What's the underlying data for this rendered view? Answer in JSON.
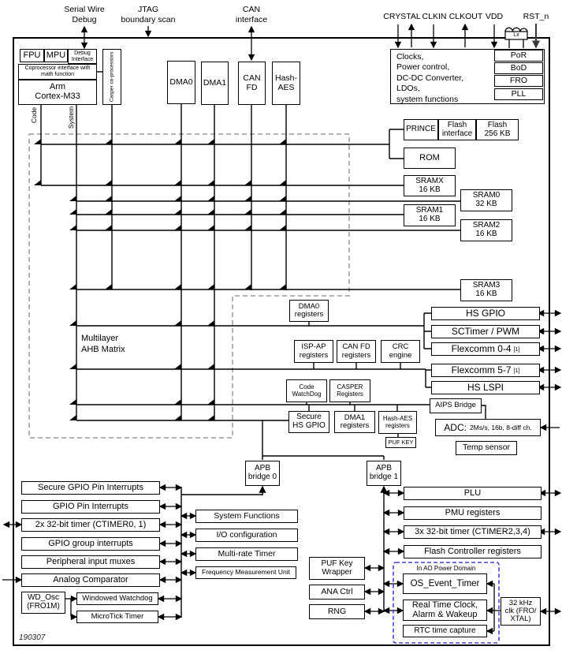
{
  "colors": {
    "line": "#000000",
    "matrix_dashed": "#9a9a9a",
    "ao_dashed": "#4444cc",
    "rstn_line": "#3a3a3a",
    "background": "#ffffff"
  },
  "pins": {
    "swd": "Serial Wire\nDebug",
    "jtag": "JTAG\nboundary scan",
    "can": "CAN\ninterface",
    "crystal": "CRYSTAL",
    "clkin": "CLKIN",
    "clkout": "CLKOUT",
    "vdd": "VDD",
    "rstn": "RST_n",
    "lx": "Lx"
  },
  "cpu": {
    "fpu": "FPU",
    "mpu": "MPU",
    "debug_interface": "Debug\nInterface",
    "coprocessor": "Coprocessor interface with\nmath function",
    "core": "Arm\nCortex-M33",
    "casper": "Casper co-processors",
    "bus_code": "Code",
    "bus_system": "System"
  },
  "masters": {
    "dma0": "DMA0",
    "dma1": "DMA1",
    "canfd": "CAN\nFD",
    "hash_aes": "Hash-\nAES"
  },
  "clocks_block": {
    "text": "Clocks,\nPower control,\nDC-DC Converter,\nLDOs,\nsystem functions",
    "por": "PoR",
    "bod": "BoD",
    "fro": "FRO",
    "pll": "PLL"
  },
  "memory": {
    "prince": "PRINCE",
    "flash_interface": "Flash\ninterface",
    "flash": "Flash\n256 KB",
    "rom": "ROM",
    "sramx": "SRAMX\n16 KB",
    "sram0": "SRAM0\n32 KB",
    "sram1": "SRAM1\n16 KB",
    "sram2": "SRAM2\n16 KB",
    "sram3": "SRAM3\n16 KB"
  },
  "matrix_label": "Multilayer\nAHB Matrix",
  "peripherals_right": {
    "hs_gpio": "HS GPIO",
    "sctimer": "SCTimer / PWM",
    "flexcomm04": "Flexcomm 0-4",
    "flexcomm57": "Flexcomm 5-7",
    "footnote": "[1]",
    "hs_lspi": "HS LSPI",
    "aips": "AIPS Bridge",
    "adc_title": "ADC:",
    "adc_spec": "2Ms/s, 16b, 8-diff ch.",
    "temp_sensor": "Temp sensor"
  },
  "registers": {
    "dma0_regs": "DMA0\nregisters",
    "isp_ap": "ISP-AP\nregisters",
    "canfd_regs": "CAN FD\nregisters",
    "crc": "CRC\nengine",
    "code_watchdog": "Code\nWatchDog",
    "casper_regs": "CASPER\nRegisters",
    "secure_hs_gpio": "Secure\nHS GPIO",
    "dma1_regs": "DMA1\nregisters",
    "hash_regs": "Hash-AES\nregisters",
    "puf_key": "PUF KEY"
  },
  "bridges": {
    "apb0": "APB\nbridge 0",
    "apb1": "APB\nbridge 1"
  },
  "left_column": {
    "secure_gpio_int": "Secure GPIO Pin Interrupts",
    "gpio_int": "GPIO Pin Interrupts",
    "ctimer01": "2x 32-bit timer (CTIMER0, 1)",
    "gpio_group": "GPIO group interrupts",
    "periph_mux": "Peripheral input muxes",
    "analog_comp": "Analog Comparator",
    "wd_osc": "WD_Osc\n(FRO1M)",
    "windowed_wd": "Windowed Watchdog",
    "microtick": "MicroTick Timer"
  },
  "middle_column": {
    "system_functions": "System Functions",
    "io_config": "I/O configuration",
    "multirate_timer": "Multi-rate Timer",
    "freq_meas": "Frequency Measurement Unit"
  },
  "security": {
    "puf_wrapper": "PUF Key\nWrapper",
    "ana_ctrl": "ANA Ctrl",
    "rng": "RNG"
  },
  "right_column": {
    "plu": "PLU",
    "pmu": "PMU registers",
    "ctimer234": "3x 32-bit timer (CTIMER2,3,4)",
    "flash_ctrl": "Flash Controller registers"
  },
  "ao_domain": {
    "label": "In AO Power Domain",
    "os_event_timer": "OS_Event_Timer",
    "rtc": "Real Time Clock,\nAlarm & Wakeup",
    "rtc_capture": "RTC time capture",
    "clk32k": "32 kHz\nclk (FRO/\nXTAL)"
  },
  "stamp": "190307"
}
